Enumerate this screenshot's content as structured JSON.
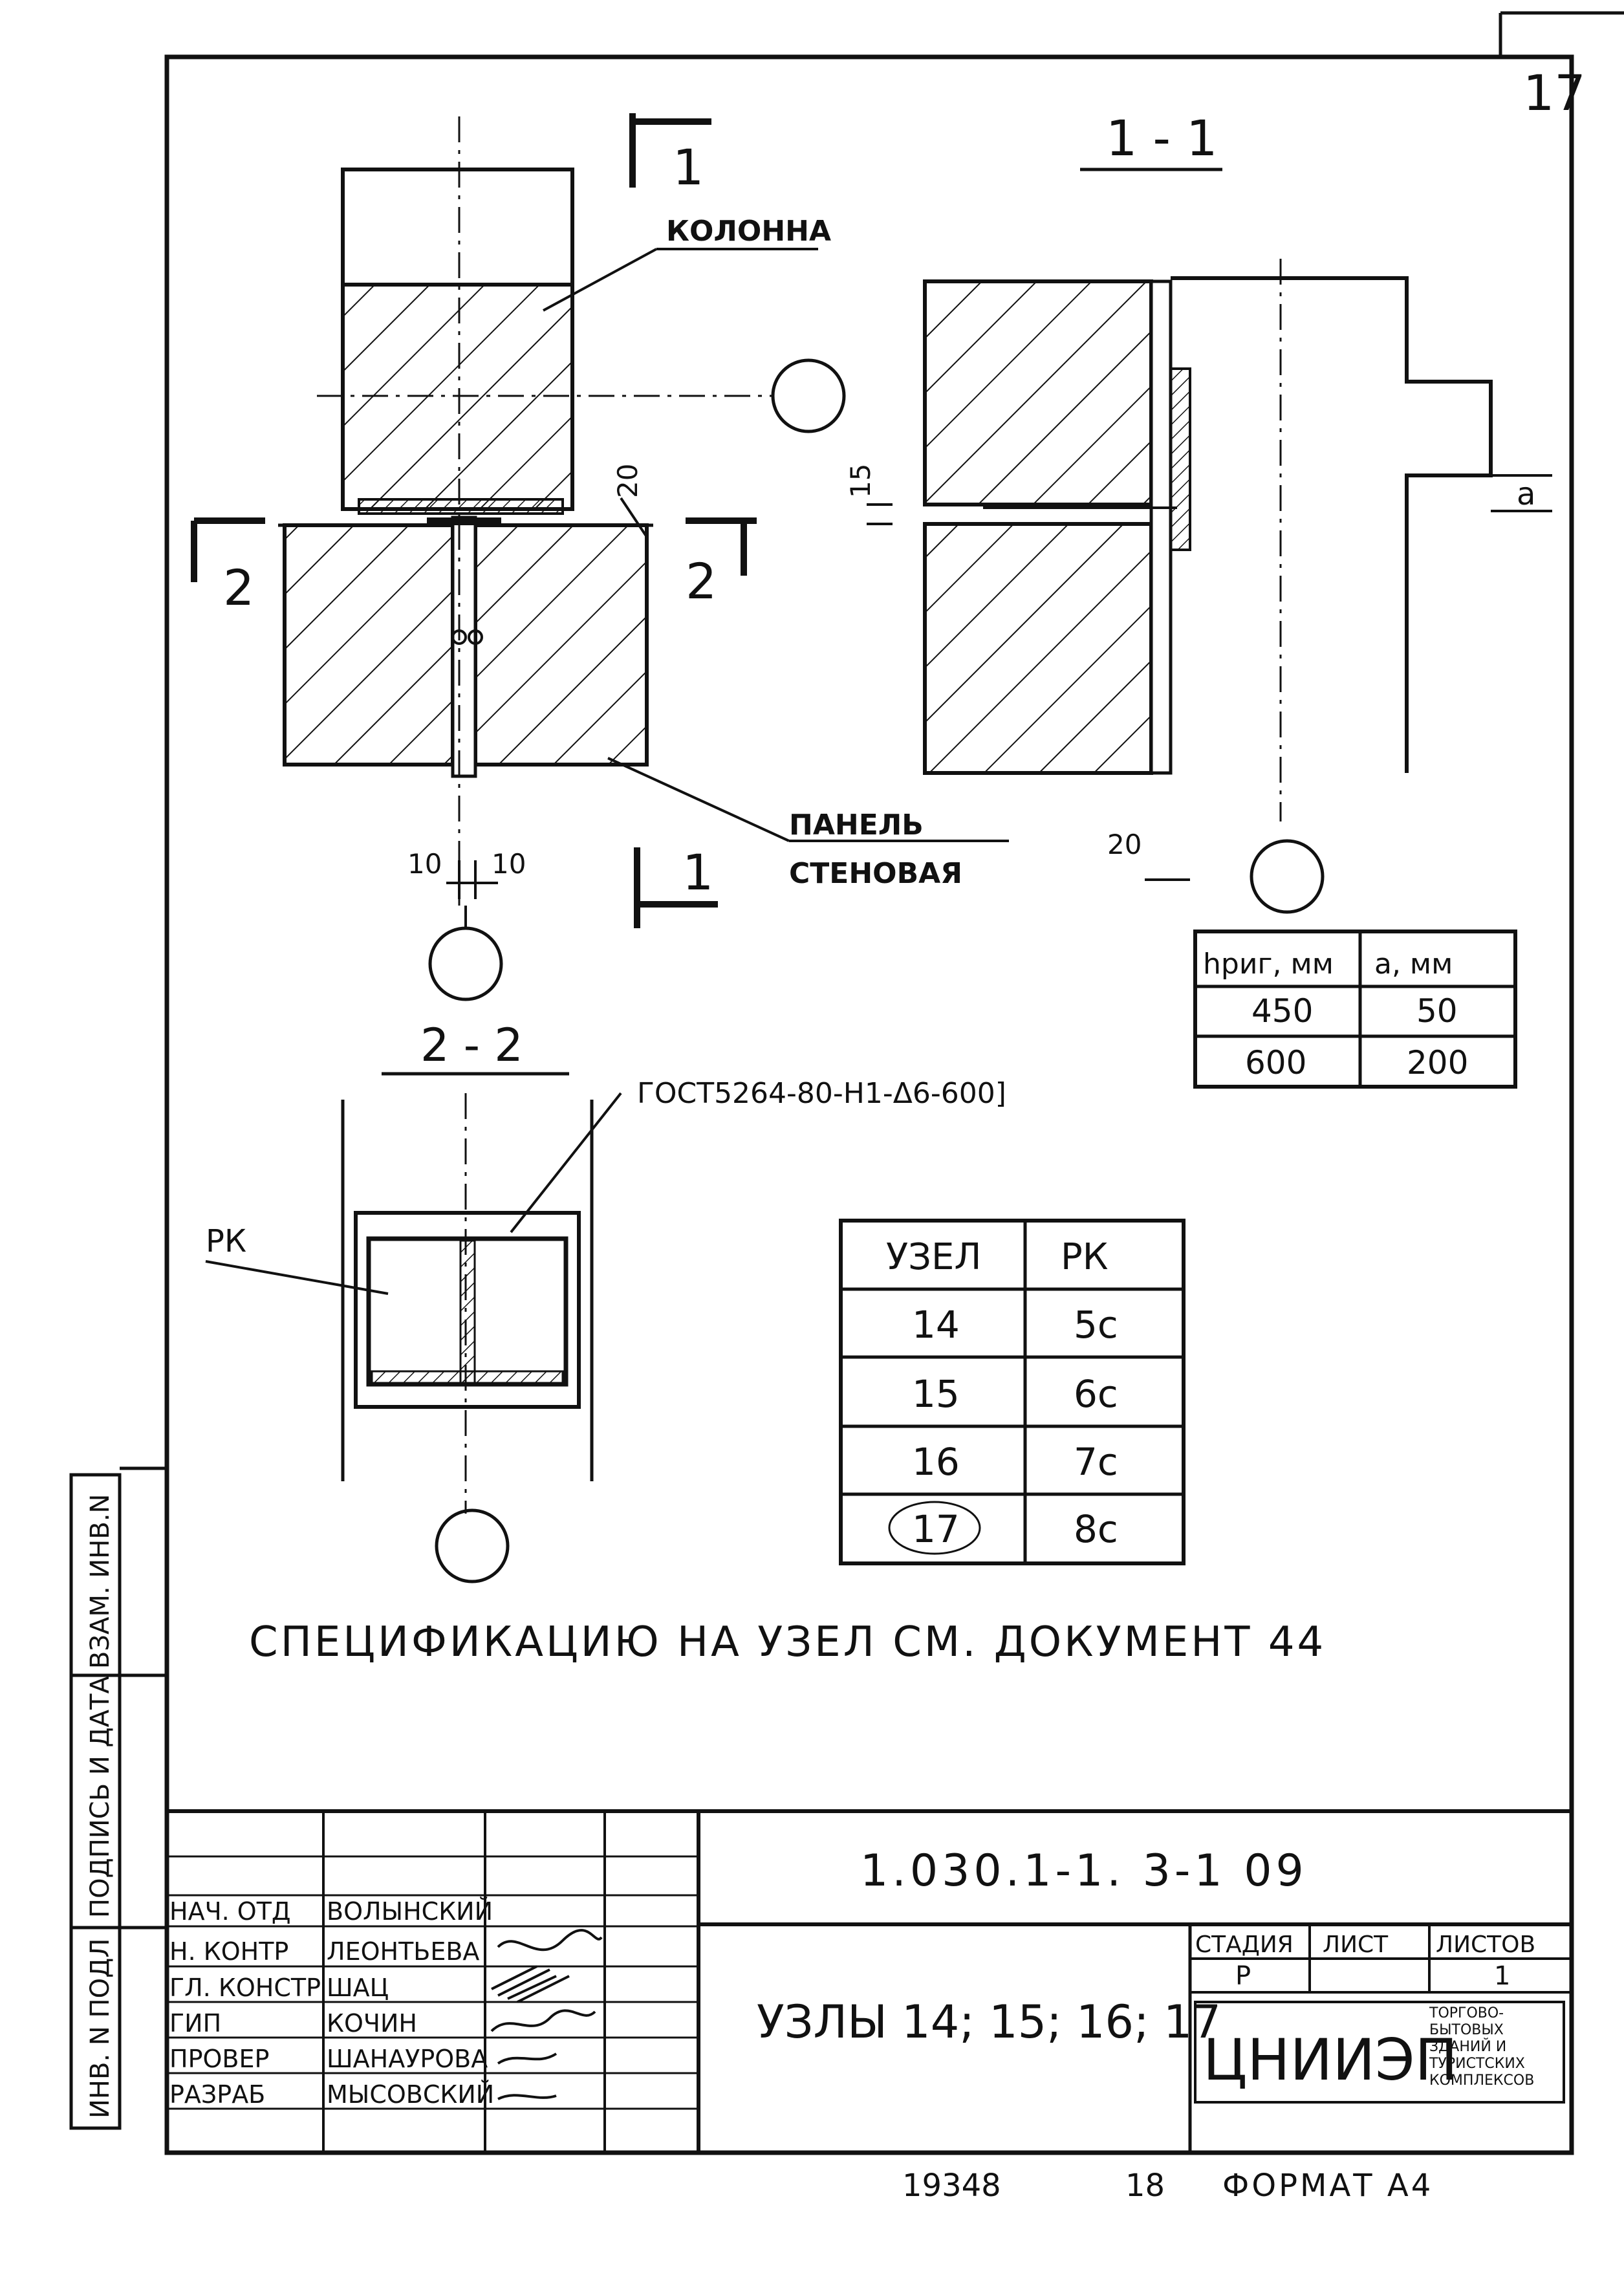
{
  "sheet_corner_number": "17",
  "drawing": {
    "column_label": "КОЛОННА",
    "panel_label_line1": "ПАНЕЛЬ",
    "panel_label_line2": "СТЕНОВАЯ",
    "section_1_mark": "1",
    "section_2_mark": "2",
    "section_1_title": "1 - 1",
    "section_2_title": "2 - 2",
    "dim_20_top": "20",
    "dim_10_left": "10",
    "dim_10_right": "10",
    "dim_15": "15",
    "dim_20_bottom": "20",
    "dim_a": "a",
    "rk_label": "РК",
    "gost_label": "ГОСТ5264-80-Н1-Δ6-600]"
  },
  "height_table": {
    "headers": [
      "hриг, мм",
      "a, мм"
    ],
    "rows": [
      [
        "450",
        "50"
      ],
      [
        "600",
        "200"
      ]
    ]
  },
  "node_table": {
    "headers": [
      "УЗЕЛ",
      "РК"
    ],
    "rows": [
      [
        "14",
        "5c"
      ],
      [
        "15",
        "6c"
      ],
      [
        "16",
        "7c"
      ],
      [
        "17",
        "8c"
      ]
    ]
  },
  "spec_note": "СПЕЦИФИКАЦИЮ НА УЗЕЛ СМ. ДОКУМЕНТ 44",
  "side_stamp": [
    "ИНВ. N ПОДЛ",
    "ПОДПИСЬ И ДАТА",
    "ВЗАМ. ИНВ.N"
  ],
  "title_block": {
    "doc_code": "1.030.1-1. 3-1   09",
    "title": "УЗЛЫ 14; 15; 16; 17",
    "roles": [
      {
        "role": "НАЧ. ОТД",
        "name": "ВОЛЫНСКИЙ"
      },
      {
        "role": "Н. КОНТР",
        "name": "ЛЕОНТЬЕВА"
      },
      {
        "role": "ГЛ. КОНСТР",
        "name": "ШАЦ"
      },
      {
        "role": "ГИП",
        "name": "КОЧИН"
      },
      {
        "role": "ПРОВЕР",
        "name": "ШАНАУРОВА"
      },
      {
        "role": "РАЗРАБ",
        "name": "МЫСОВСКИЙ"
      }
    ],
    "stage_headers": [
      "СТАДИЯ",
      "ЛИСТ",
      "ЛИСТОВ"
    ],
    "stage_values": [
      "Р",
      "",
      "1"
    ],
    "org_logo": "ЦНИИЭП",
    "org_text": "ТОРГОВО-БЫТОВЫХ ЗДАНИЙ И ТУРИСТСКИХ КОМПЛЕКСОВ"
  },
  "footer": {
    "number1": "19348",
    "number2": "18",
    "format": "ФОРМАТ А4"
  }
}
